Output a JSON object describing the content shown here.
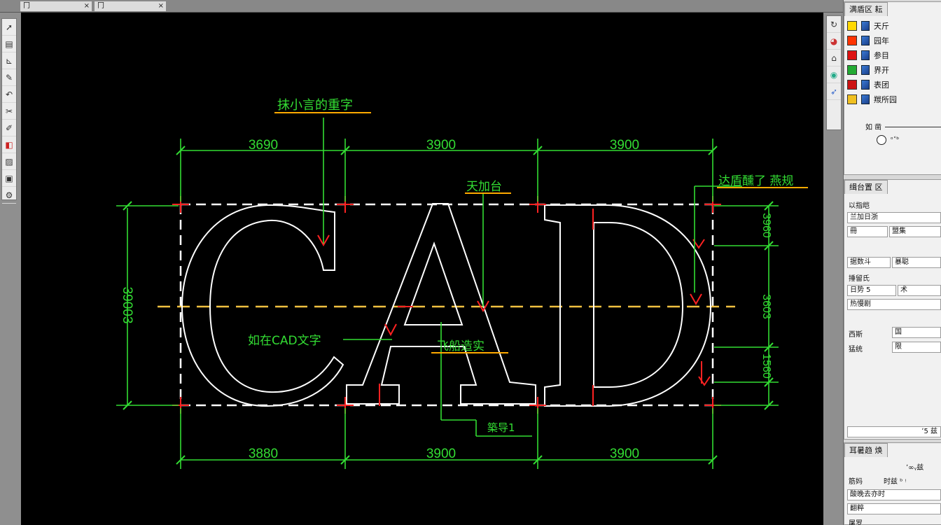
{
  "tabs": [
    {
      "label": "冂",
      "close": "×"
    },
    {
      "label": "冂",
      "close": "×"
    }
  ],
  "left_toolbar": [
    "pointer-icon",
    "layers-icon",
    "ruler-icon",
    "pen-icon",
    "curve-icon",
    "trim-icon",
    "brush-icon",
    "fill-icon",
    "hatch-icon",
    "region-icon",
    "settings-icon"
  ],
  "right_toolbar": [
    "rotate-icon",
    "paint-icon",
    "home-icon",
    "palette-icon",
    "rocket-icon"
  ],
  "drawing": {
    "main_text": "CAD",
    "dimensions": {
      "top": [
        "3690",
        "3900",
        "3900"
      ],
      "bottom": [
        "3880",
        "3900",
        "3900"
      ],
      "left": "39003",
      "right": [
        "3960",
        "3603",
        "1560"
      ]
    },
    "annotations": {
      "top_title": "抹小言的重字",
      "mid_top": "天加台",
      "right_note": "达盾醺了 燕规",
      "left_note": "如在CAD文字",
      "center_note": "飞船造实",
      "bottom_note": "築导1"
    },
    "colors": {
      "green": "#33dd33",
      "orange": "#ffaa00",
      "red": "#ff2222",
      "white": "#ffffff",
      "center_line": "#f0c040"
    }
  },
  "layers_panel": {
    "tab": "满盾区 耘",
    "rows": [
      {
        "color": "#ffd800",
        "name": "天斤"
      },
      {
        "color": "#ff3300",
        "name": "园年"
      },
      {
        "color": "#dd1111",
        "name": "参目"
      },
      {
        "color": "#22aa33",
        "name": "界开"
      },
      {
        "color": "#cc1111",
        "name": "表团"
      },
      {
        "color": "#f0c020",
        "name": "羰所园"
      }
    ],
    "filter_label": "如 凿",
    "radio_label": "ᵒ˂ᵇ"
  },
  "properties_panel": {
    "tab": "缉台置 区",
    "row1_label": "以指皑",
    "row2_value": "兰加日浙",
    "row3_left": "冊",
    "row3_right": "盟集",
    "row4_label": "据数斗",
    "row4_value": "暴聪",
    "row5_label": "捶留氏",
    "row6_left": "日势 5",
    "row6_right": "术",
    "row7_left": "热慢剧",
    "row8_label": "西斯",
    "row8_value": "国",
    "row9_label": "猛统",
    "row9_value": "限",
    "bottom_value": "ʼ5 兹"
  },
  "bottom_panel": {
    "tab": "耳暑趋 焕",
    "row1_right": "ʼ∞ᵧ兹",
    "row2_label": "筋妈",
    "row2_value": "时兹 ᵇ ᵎ",
    "row3_label": "酸晚去亦时",
    "row4_label": "翻粹",
    "row5_label": "屠罗"
  }
}
